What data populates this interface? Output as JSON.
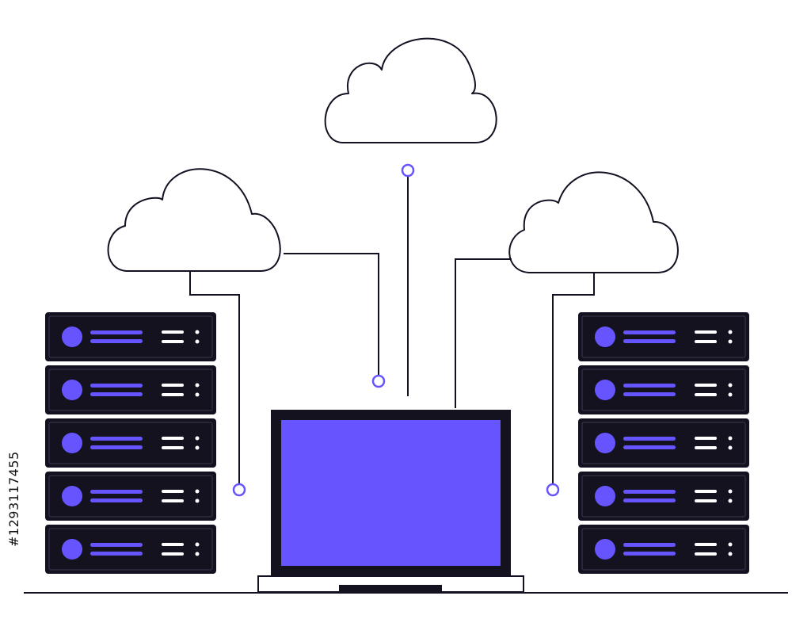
{
  "illustration": {
    "id_text": "#1293117455",
    "colors": {
      "ink": "#111122",
      "rack": "#14121f",
      "accent": "#6655ff",
      "led": "#ffffff",
      "background": "#ffffff"
    },
    "icons": [
      "cloud-icon",
      "server-rack-icon",
      "laptop-icon",
      "connector-node-icon"
    ],
    "server_units_per_rack": 5,
    "clouds": 3
  }
}
